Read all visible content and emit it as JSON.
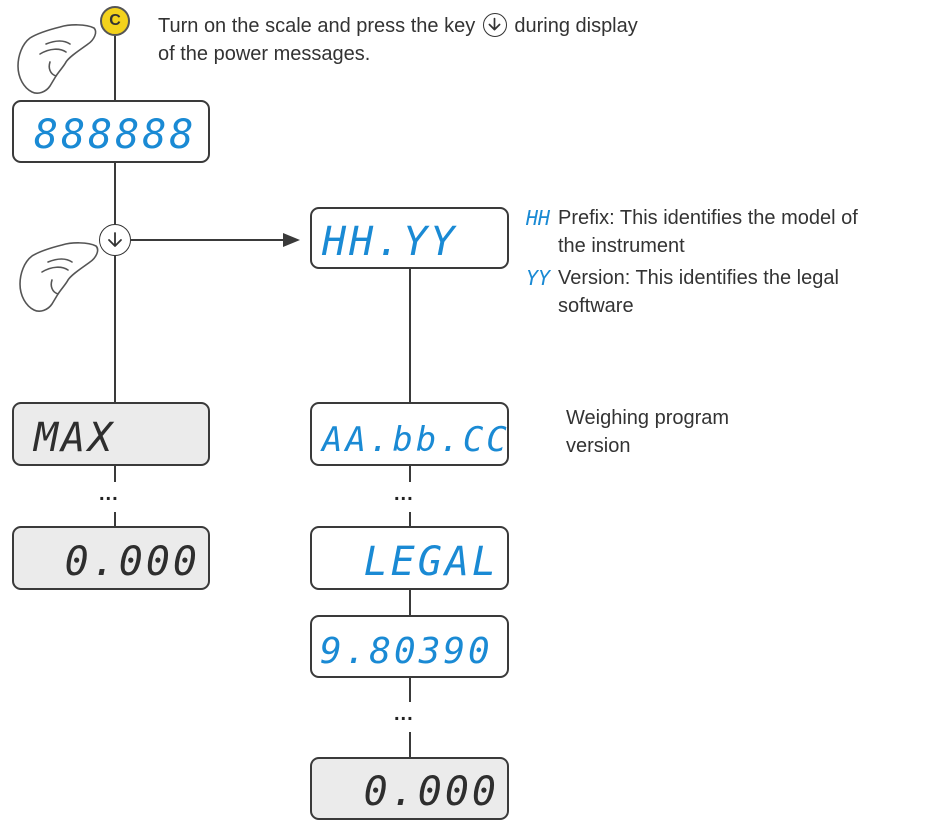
{
  "instruction": {
    "text_before_key": "Turn on the scale and press the key",
    "text_after_key": "during display",
    "text_line2": "of the power messages."
  },
  "keys": {
    "c_key_label": "C"
  },
  "displays": {
    "startup": "888888",
    "version": "HH.YY",
    "program": "AA.bb.CC",
    "legal": "LEGAL",
    "gravity": "9.80390",
    "max": "MAX",
    "zero_left": "0.000",
    "zero_right": "0.000"
  },
  "legend": {
    "hh_code": "HH",
    "hh_text_line1": "Prefix: This identifies the model of",
    "hh_text_line2": "the instrument",
    "yy_code": "YY",
    "yy_text_line1": "Version: This identifies the legal",
    "yy_text_line2": "software"
  },
  "program_note": {
    "line1": "Weighing program",
    "line2": "version"
  },
  "ellipsis": "...",
  "colors": {
    "lit_segment": "#1a8ad4",
    "unlit_segment": "#2e2e2e",
    "key_c_fill": "#f3d21c",
    "display_off_bg": "#ebebeb",
    "line": "#3a3a3a"
  },
  "icons": {
    "hand": "pointing-hand-icon",
    "down_key": "down-arrow-key-icon"
  }
}
